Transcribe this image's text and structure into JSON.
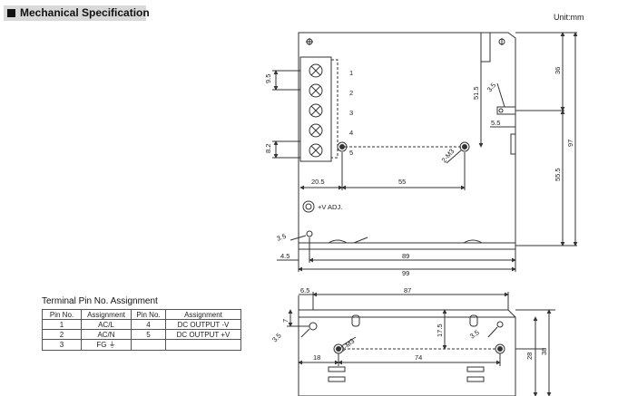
{
  "header": {
    "title": "Mechanical Specification",
    "unit": "Unit:mm"
  },
  "terminal_labels": [
    "1",
    "2",
    "3",
    "4",
    "5"
  ],
  "adjust_label": "+V ADJ.",
  "dimensions": {
    "top_view": {
      "pin_pitch": "9.5",
      "pin_offset": "8.2",
      "terminal_x": "20.5",
      "m3_spacing": "55",
      "hole_label": "2-M3",
      "hole_height": "51.5",
      "slot_dia": "3.5",
      "slot_offset": "5.5",
      "upper_height": "36",
      "lower_height": "55.5",
      "total_height": "97",
      "left_hole_dia": "3.5",
      "left_offset": "4.5",
      "hole_spacing": "89",
      "total_width": "99"
    },
    "side_view": {
      "edge_offset": "6.5",
      "width": "87",
      "top_offset": "7",
      "left_hole_dia": "3.5",
      "hole_label": "2-M3",
      "slot_height": "17.5",
      "right_hole_dia": "3.5",
      "left_margin": "18",
      "hole_spacing": "74",
      "hole_height": "28",
      "total_height": "38"
    }
  },
  "pin_table": {
    "title": "Terminal Pin No.  Assignment",
    "headers": [
      "Pin No.",
      "Assignment",
      "Pin No.",
      "Assignment"
    ],
    "rows": [
      [
        "1",
        "AC/L",
        "4",
        "DC OUTPUT -V"
      ],
      [
        "2",
        "AC/N",
        "5",
        "DC OUTPUT +V"
      ],
      [
        "3",
        "FG ⏚",
        "",
        ""
      ]
    ]
  }
}
